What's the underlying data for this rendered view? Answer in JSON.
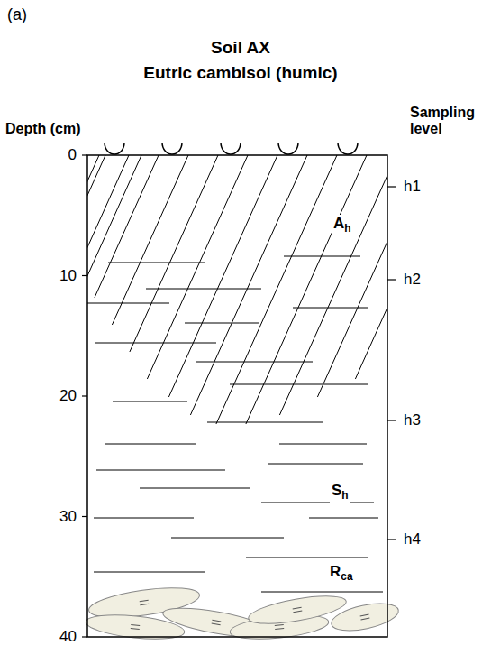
{
  "diagram": {
    "title": "Soil AX",
    "labels": [
      "(a)",
      "Eutric cambisol (humic)",
      "Depth (cm)",
      "Sampling level",
      "0",
      "10",
      "20",
      "30",
      "40",
      "h1",
      "h2",
      "h3",
      "h4",
      "Ah",
      "Sh",
      "Rca"
    ]
  }
}
